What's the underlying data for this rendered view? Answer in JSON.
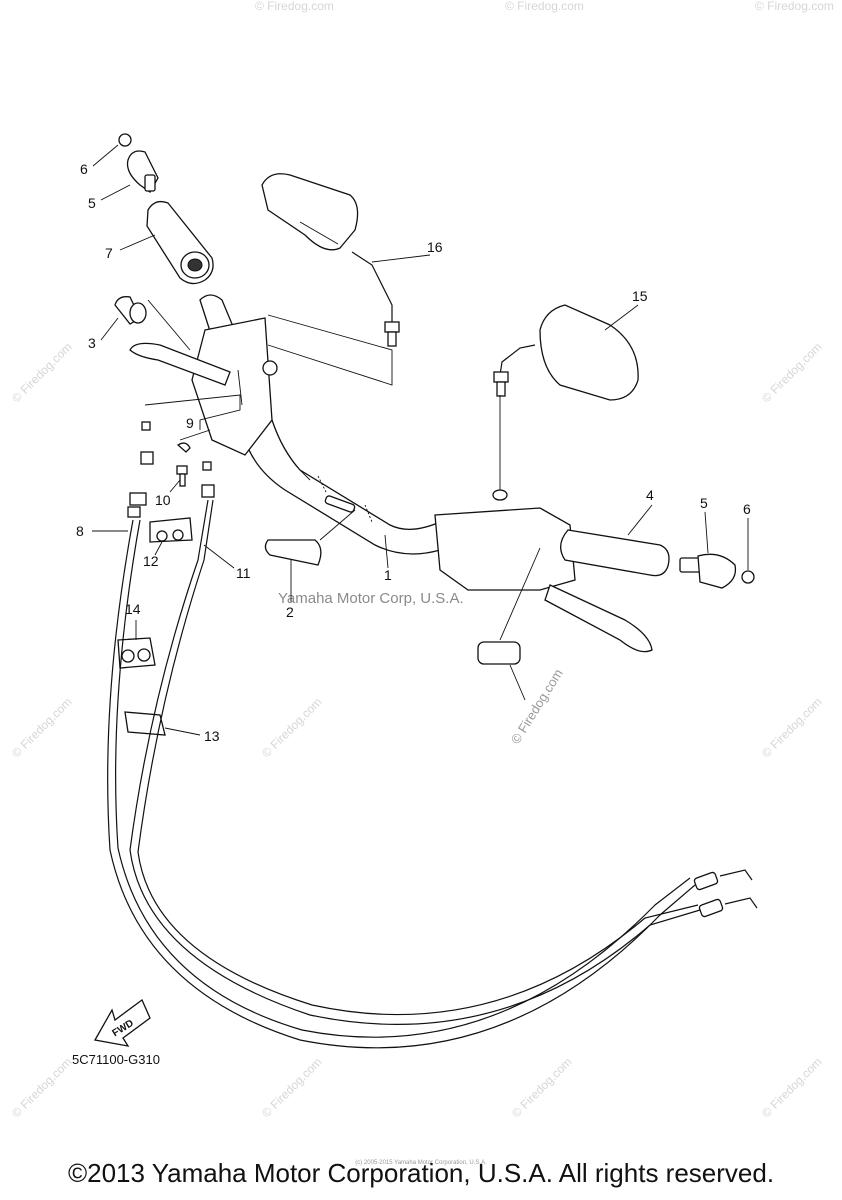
{
  "diagram": {
    "part_numbers": {
      "p1": "1",
      "p2": "2",
      "p3": "3",
      "p4": "4",
      "p5_left": "5",
      "p5_right": "5",
      "p6_left": "6",
      "p6_right": "6",
      "p7": "7",
      "p8": "8",
      "p9": "9",
      "p10": "10",
      "p11": "11",
      "p12": "12",
      "p13": "13",
      "p14": "14",
      "p15": "15",
      "p16": "16"
    },
    "diagram_code": "5C71100-G310",
    "fwd_label": "FWD",
    "watermark_center": "Yamaha Motor Corp, U.S.A.",
    "watermark_firedog": "© Firedog.com",
    "watermark_tile": "© Firedog.com"
  },
  "footer": {
    "copyright": "©2013 Yamaha Motor Corporation, U.S.A. All rights reserved.",
    "tiny_credit": "(c) 2005-2015 Yamaha Motor Corporation, U.S.A."
  }
}
